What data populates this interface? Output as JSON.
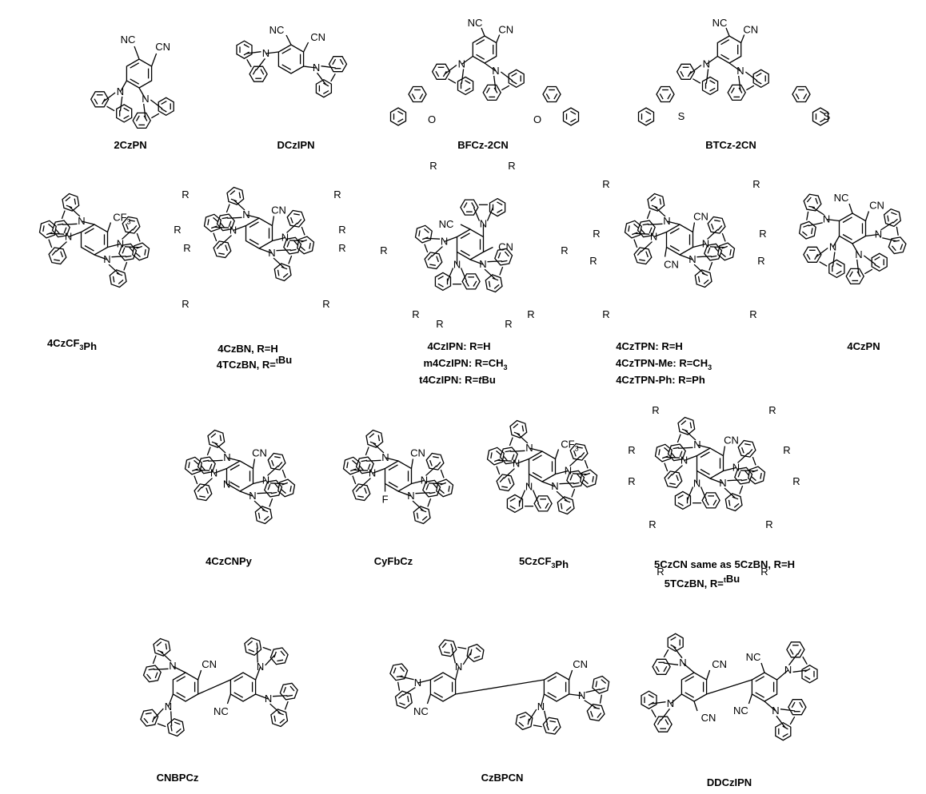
{
  "atoms": {
    "cn": "CN",
    "nc": "NC",
    "n": "N",
    "o": "O",
    "s": "S",
    "f": "F",
    "r": "R",
    "cf": "CF",
    "cf_sub": "3"
  },
  "captions": {
    "c2czpn": "2CzPN",
    "dczipn": "DCzIPN",
    "bfcz": "BFCz-2CN",
    "btcz": "BTCz-2CN",
    "c4czcf3ph_a": "4CzCF",
    "c4czcf3ph_sub": "3",
    "c4czcf3ph_b": "Ph",
    "c4czbn": "4CzBN, R=H",
    "c4tczbn_a": "4TCzBN, R=",
    "c4tczbn_sup": "t",
    "c4tczbn_b": "Bu",
    "c4czipn": "4CzIPN: R=H",
    "m4czipn_a": "m4CzIPN: R=CH",
    "m4czipn_sub": "3",
    "t4czipn_a": "t4CzIPN: R=",
    "t4czipn_it": "t",
    "t4czipn_b": "Bu",
    "c4cztpn": "4CzTPN: R=H",
    "c4cztpn_me_a": "4CzTPN-Me: R=CH",
    "c4cztpn_me_sub": "3",
    "c4cztpn_ph": "4CzTPN-Ph: R=Ph",
    "c4czpn": "4CzPN",
    "c4czcnpy": "4CzCNPy",
    "cyfbcz": "CyFbCz",
    "c5czcf3ph_a": "5CzCF",
    "c5czcf3ph_sub": "3",
    "c5czcf3ph_b": "Ph",
    "c5czcn": "5CzCN same as 5CzBN, R=H",
    "c5tczbn_a": "5TCzBN, R=",
    "c5tczbn_sup": "t",
    "c5tczbn_b": "Bu",
    "cnbpcz": "CNBPCz",
    "czbpcn": "CzBPCN",
    "ddczipn": "DDCzIPN"
  }
}
